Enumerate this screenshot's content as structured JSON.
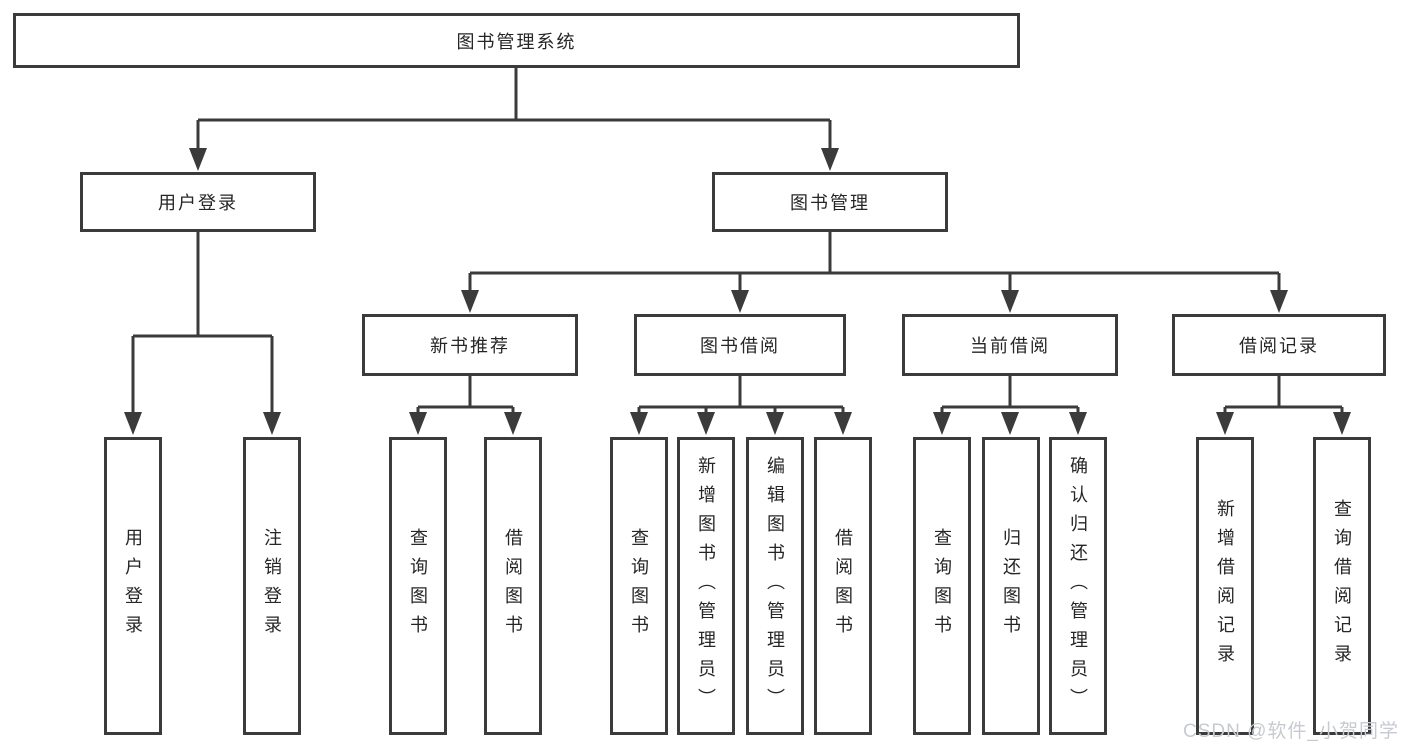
{
  "diagram": {
    "root": {
      "label": "图书管理系统",
      "children": [
        {
          "label": "用户登录",
          "children": [
            {
              "label": "用户登录"
            },
            {
              "label": "注销登录"
            }
          ]
        },
        {
          "label": "图书管理",
          "children": [
            {
              "label": "新书推荐",
              "children": [
                {
                  "label": "查询图书"
                },
                {
                  "label": "借阅图书"
                }
              ]
            },
            {
              "label": "图书借阅",
              "children": [
                {
                  "label": "查询图书"
                },
                {
                  "label": "新增图书（管理员）"
                },
                {
                  "label": "编辑图书（管理员）"
                },
                {
                  "label": "借阅图书"
                }
              ]
            },
            {
              "label": "当前借阅",
              "children": [
                {
                  "label": "查询图书"
                },
                {
                  "label": "归还图书"
                },
                {
                  "label": "确认归还（管理员）"
                }
              ]
            },
            {
              "label": "借阅记录",
              "children": [
                {
                  "label": "新增借阅记录"
                },
                {
                  "label": "查询借阅记录"
                }
              ]
            }
          ]
        }
      ]
    }
  },
  "watermark": "CSDN @软件_小贺同学",
  "colors": {
    "line": "#3b3b3b",
    "text": "#262626",
    "background": "#ffffff",
    "watermark": "#c7cbd1"
  }
}
